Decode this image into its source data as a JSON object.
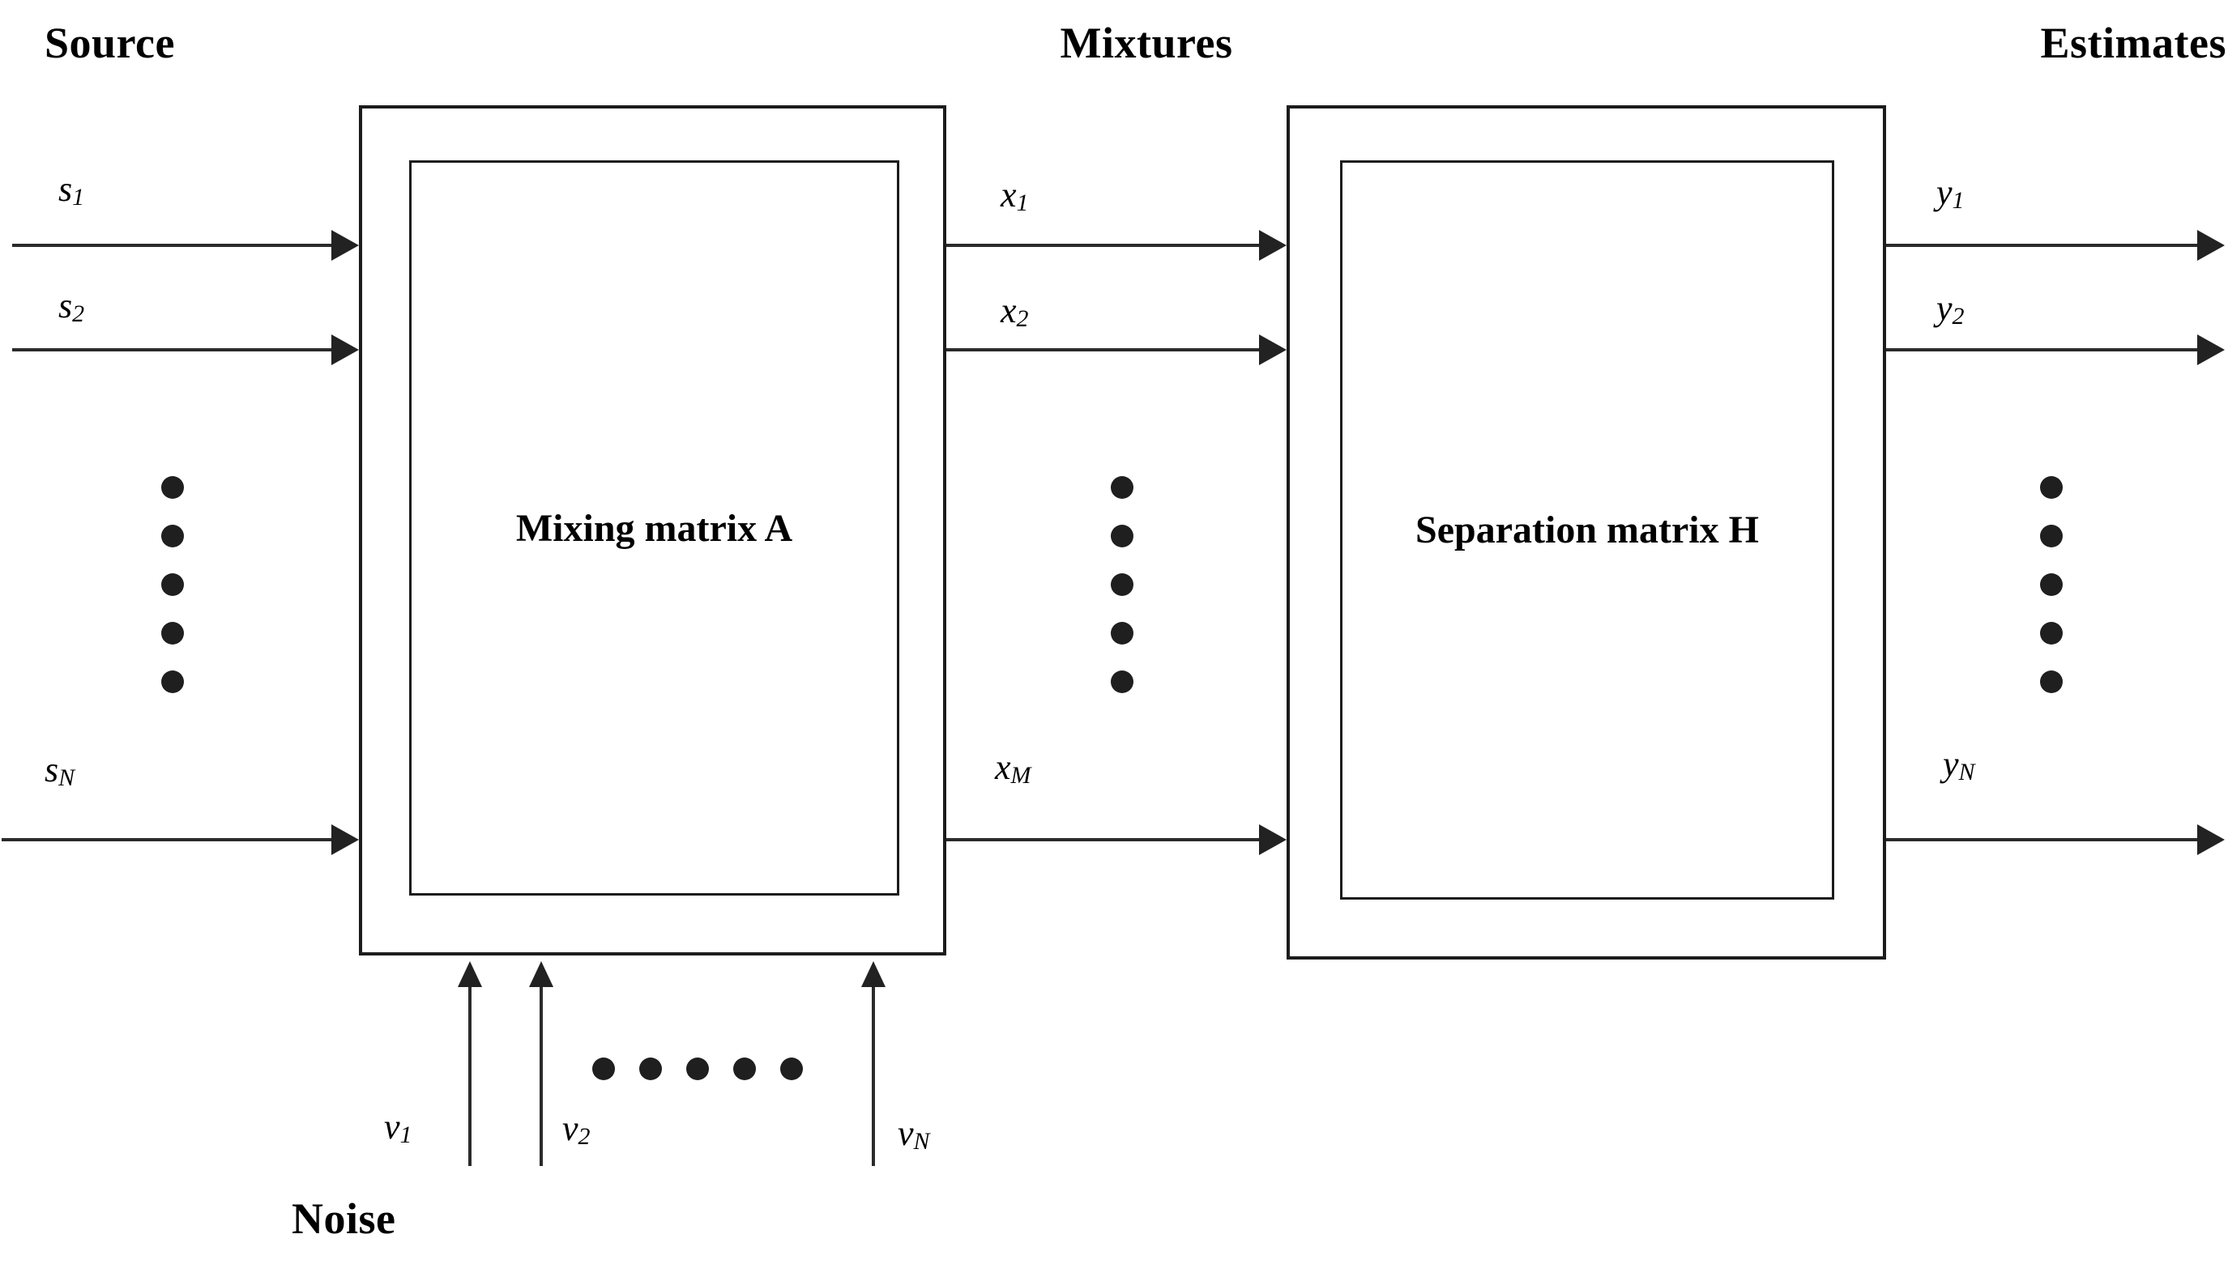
{
  "headings": {
    "source": "Source",
    "mixtures": "Mixtures",
    "estimates": "Estimates",
    "noise": "Noise"
  },
  "blocks": {
    "mixing": "Mixing matrix A",
    "separation": "Separation matrix H"
  },
  "signals": {
    "sources": [
      {
        "base": "s",
        "sub": "1"
      },
      {
        "base": "s",
        "sub": "2"
      },
      {
        "base": "s",
        "sub": "N"
      }
    ],
    "mixtures": [
      {
        "base": "x",
        "sub": "1"
      },
      {
        "base": "x",
        "sub": "2"
      },
      {
        "base": "x",
        "sub": "M"
      }
    ],
    "estimates": [
      {
        "base": "y",
        "sub": "1"
      },
      {
        "base": "y",
        "sub": "2"
      },
      {
        "base": "y",
        "sub": "N"
      }
    ],
    "noise": [
      {
        "base": "v",
        "sub": "1"
      },
      {
        "base": "v",
        "sub": "2"
      },
      {
        "base": "v",
        "sub": "N"
      }
    ]
  },
  "colors": {
    "line": "#2b2b2b",
    "border": "#1c1c1c",
    "text": "#000000",
    "background": "#ffffff"
  }
}
